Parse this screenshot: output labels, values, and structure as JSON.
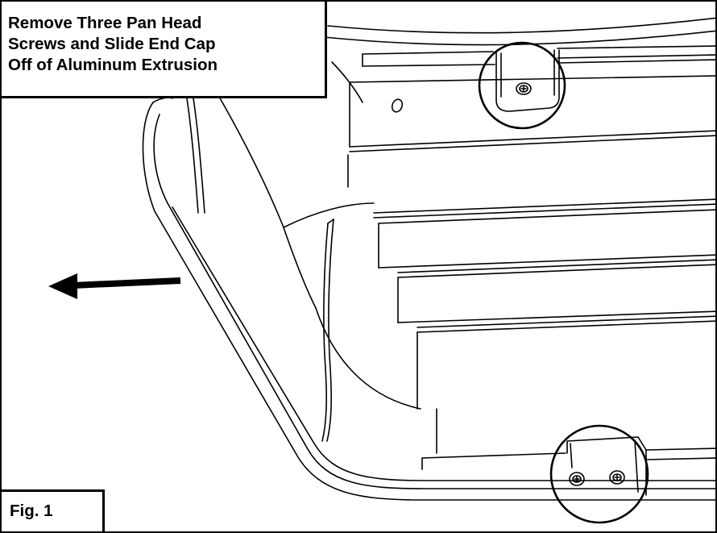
{
  "instruction": {
    "line1": "Remove Three Pan Head",
    "line2": "Screws and Slide End Cap",
    "line3": "Off of Aluminum Extrusion"
  },
  "figure_label": "Fig. 1",
  "icons": {
    "arrow": "left-arrow-icon",
    "screw": "pan-head-screw-icon"
  },
  "colors": {
    "line": "#000000",
    "background": "#ffffff"
  }
}
